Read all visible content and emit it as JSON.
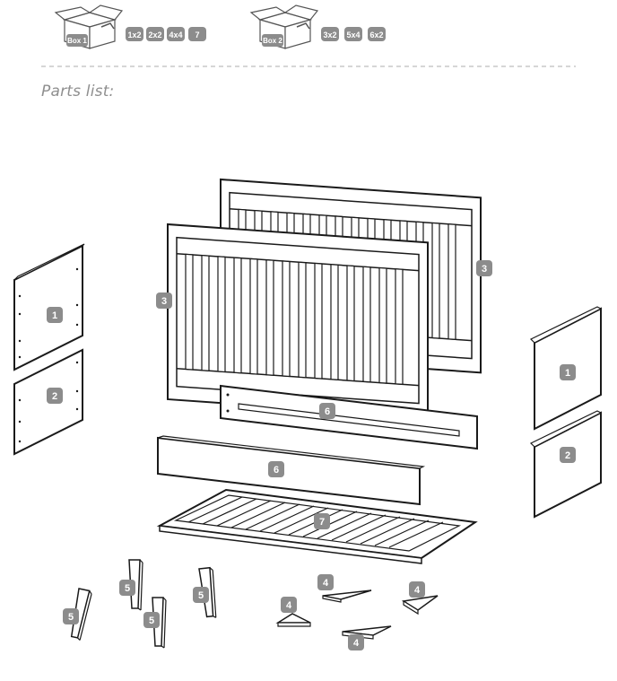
{
  "boxes": [
    {
      "label": "Box 1",
      "badges": [
        "1x2",
        "2x2",
        "4x4",
        "7"
      ]
    },
    {
      "label": "Box 2",
      "badges": [
        "3x2",
        "5x4",
        "6x2"
      ]
    }
  ],
  "heading": "Parts list:",
  "part_labels": {
    "side_panel_top": "1",
    "side_panel_bottom": "2",
    "crib_side": "3",
    "corner_bracket": "4",
    "leg": "5",
    "rail": "6",
    "mattress_base": "7"
  },
  "colors": {
    "badge": "#8c8c8c",
    "line": "#1a1a1a",
    "heading": "#8f8f8f",
    "divider": "#bdbdbd"
  }
}
